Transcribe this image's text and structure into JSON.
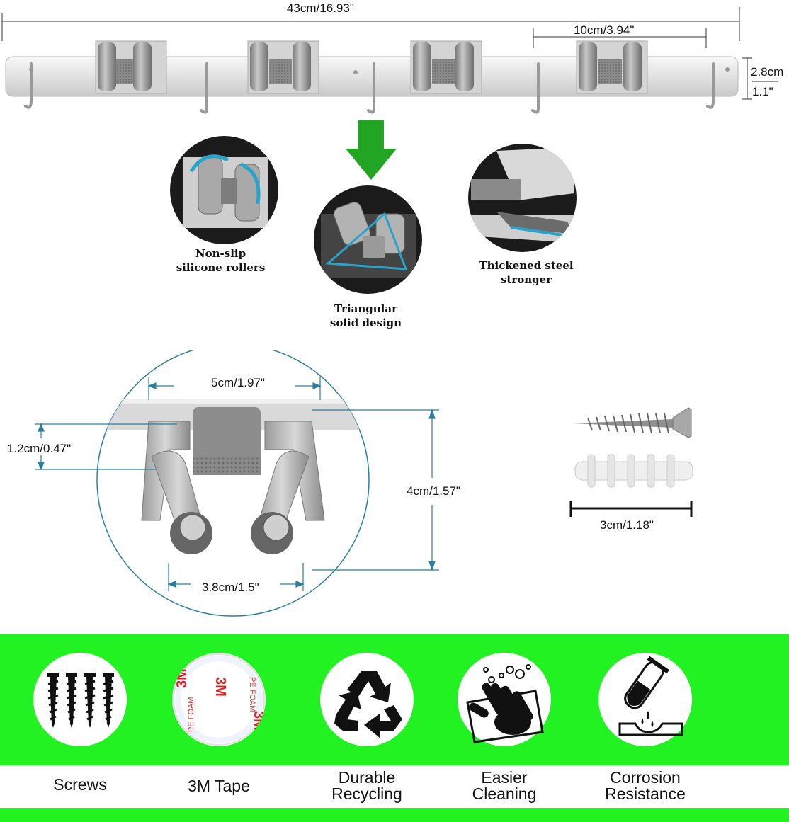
{
  "dimensions": {
    "total_length": "43cm/16.93\"",
    "clip_spacing": "10cm/3.94\"",
    "height_cm": "2.8cm",
    "height_in": "1.1\"",
    "clip_top_width": "5cm/1.97\"",
    "clip_gap": "1.2cm/0.47\"",
    "clip_height": "4cm/1.57\"",
    "clip_bottom_width": "3.8cm/1.5\"",
    "screw_length": "3cm/1.18\""
  },
  "features": [
    {
      "line1": "Non-slip",
      "line2": "silicone rollers"
    },
    {
      "line1": "Triangular",
      "line2": "solid design"
    },
    {
      "line1": "Thickened steel",
      "line2": "stronger"
    }
  ],
  "badges": [
    {
      "line1": "Screws",
      "line2": "",
      "icon": "screws-icon"
    },
    {
      "line1": "3M Tape",
      "line2": "",
      "icon": "tape-roll-icon"
    },
    {
      "line1": "Durable",
      "line2": "Recycling",
      "icon": "recycle-icon"
    },
    {
      "line1": "Easier",
      "line2": "Cleaning",
      "icon": "hand-washing-icon"
    },
    {
      "line1": "Corrosion",
      "line2": "Resistance",
      "icon": "corrosion-test-tube-icon"
    }
  ],
  "tape_text": {
    "brand": "3M",
    "material": "PE FOAM"
  },
  "colors": {
    "green": "#22f222",
    "steel": "#d8d8d8",
    "grey": "#8c8c8c",
    "blue": "#2a7f9e",
    "arrow": "#22a522"
  }
}
